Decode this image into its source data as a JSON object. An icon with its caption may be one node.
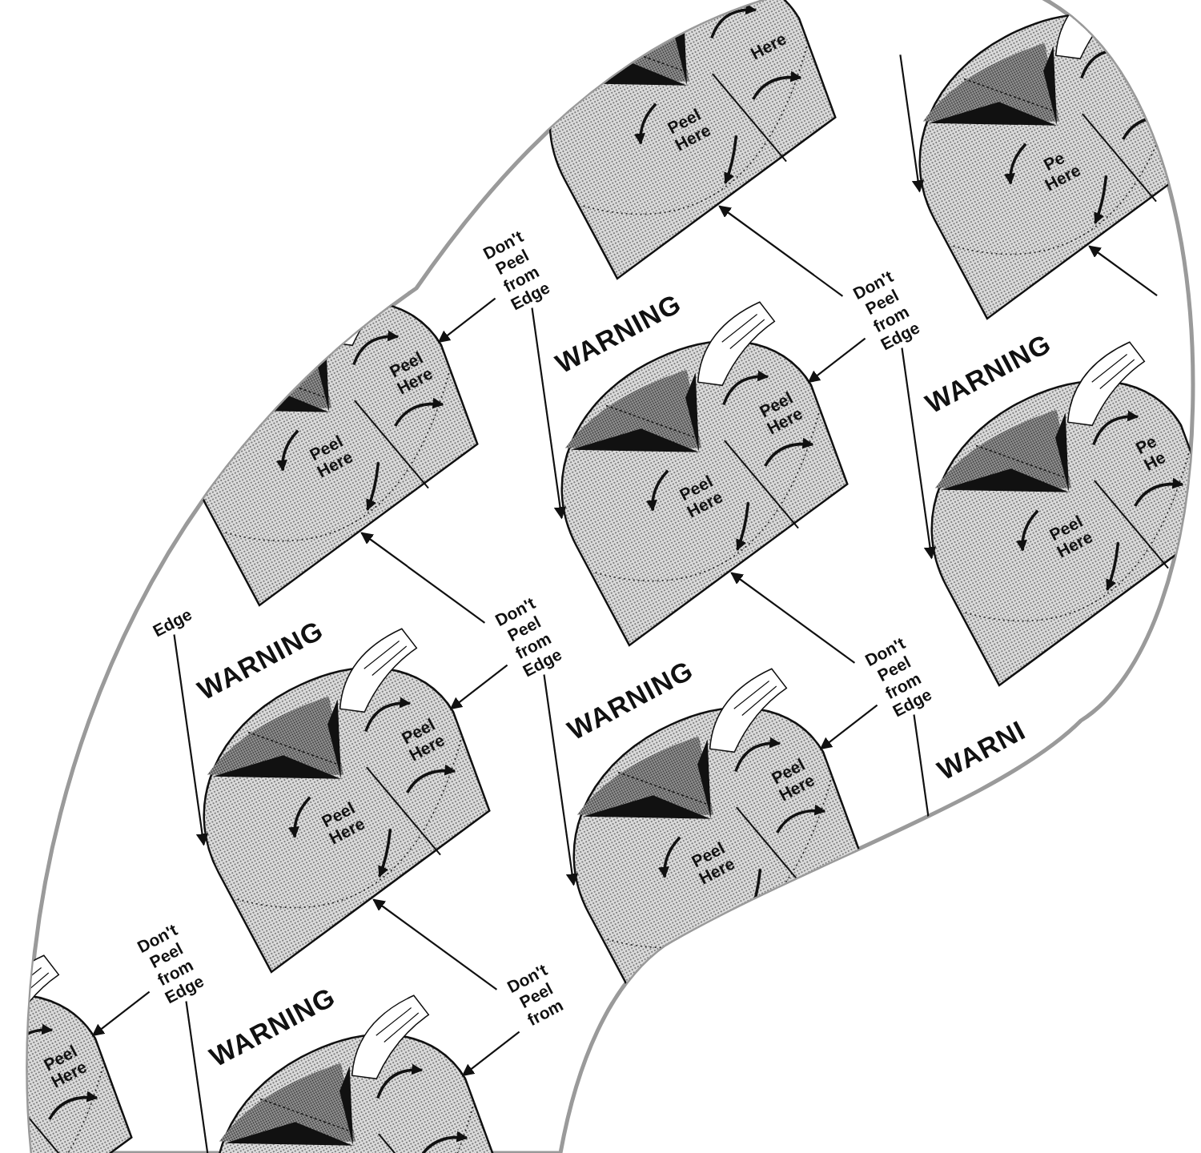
{
  "diagram": {
    "nodes": [
      {
        "text": [
          "Here",
          "Peel Here"
        ]
      },
      {
        "text": [
          "Pe Here"
        ]
      },
      {
        "text": [
          "Don't Peel from Edge"
        ]
      },
      {
        "text": [
          "Peel Here",
          "Peel Here"
        ]
      },
      {
        "text": [
          "Don't Peel from Edge"
        ]
      },
      {
        "text": [
          "Peel Here",
          "Peel Here"
        ]
      },
      {
        "text": [
          "Pe He",
          "Peel Here"
        ]
      },
      {
        "text": [
          "Edge"
        ]
      },
      {
        "text": [
          "Don't Peel from Edge"
        ]
      },
      {
        "text": [
          "Peel Here",
          "Peel Here"
        ]
      },
      {
        "text": [
          "Don't Peel from Edge"
        ]
      },
      {
        "text": [
          "Peel Here",
          "Peel Here"
        ]
      },
      {
        "text": [
          "Don't Peel from Edge"
        ]
      },
      {
        "text": [
          "Peel Here"
        ]
      },
      {
        "text": [
          "Don't Peel from"
        ]
      },
      {
        "text": [],
        "shape": "picture"
      }
    ],
    "edges": [
      {
        "from": 2,
        "to": 3,
        "arrow": "to"
      },
      {
        "from": 2,
        "to": 5,
        "arrow": "to"
      },
      {
        "from": 4,
        "to": 0,
        "arrow": "to"
      },
      {
        "from": 4,
        "to": 5,
        "arrow": "to"
      },
      {
        "from": 4,
        "to": 6,
        "arrow": "to"
      },
      {
        "from": 7,
        "to": 9,
        "arrow": "to"
      },
      {
        "from": 8,
        "to": 3,
        "arrow": "to"
      },
      {
        "from": 8,
        "to": 9,
        "arrow": "to"
      },
      {
        "from": 8,
        "to": 11,
        "arrow": "to"
      },
      {
        "from": 10,
        "to": 5,
        "arrow": "to"
      },
      {
        "from": 10,
        "to": 11,
        "arrow": "to"
      },
      {
        "from": 10,
        "to": null,
        "arrow": "to"
      },
      {
        "from": 12,
        "to": 13,
        "arrow": "to"
      },
      {
        "from": 12,
        "to": 15,
        "arrow": "to"
      },
      {
        "from": 14,
        "to": 9,
        "arrow": "to"
      },
      {
        "from": 14,
        "to": 15,
        "arrow": "to"
      },
      {
        "from": null,
        "to": 1,
        "arrow": "to"
      },
      {
        "from": null,
        "to": 1,
        "arrow": "to"
      }
    ],
    "labels": [
      "WARNING",
      "WARNING",
      "WARNING",
      "WARNING",
      "WARNI",
      "WARNING"
    ]
  }
}
